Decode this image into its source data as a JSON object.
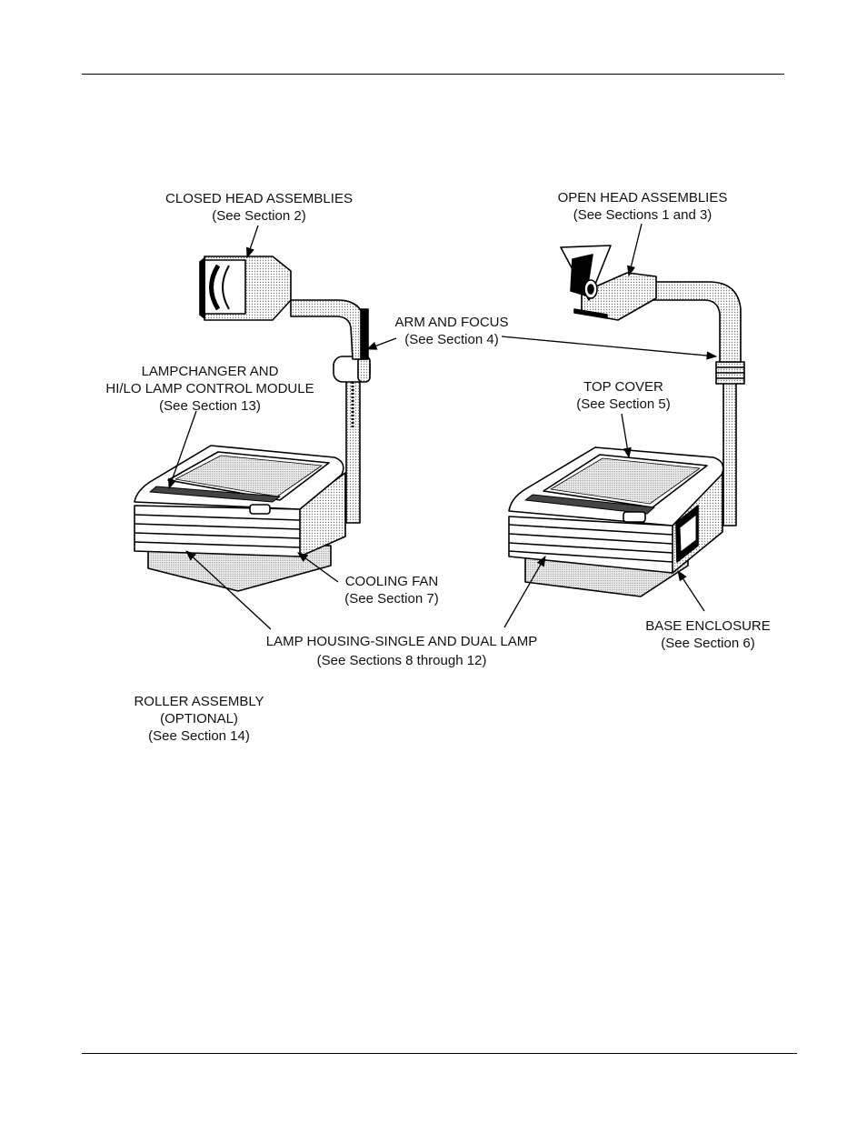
{
  "labels": {
    "closed_head": {
      "title": "CLOSED HEAD ASSEMBLIES",
      "ref": "(See Section 2)"
    },
    "open_head": {
      "title": "OPEN HEAD ASSEMBLIES",
      "ref": "(See Sections 1 and 3)"
    },
    "arm_focus": {
      "title": "ARM AND FOCUS",
      "ref": "(See Section 4)"
    },
    "lampchanger": {
      "line1": "LAMPCHANGER AND",
      "line2": "HI/LO LAMP CONTROL MODULE",
      "ref": "(See Section 13)"
    },
    "top_cover": {
      "title": "TOP COVER",
      "ref": "(See Section 5)"
    },
    "cooling_fan": {
      "title": "COOLING FAN",
      "ref": "(See Section 7)"
    },
    "lamp_housing": {
      "title": "LAMP HOUSING-SINGLE AND DUAL LAMP",
      "ref": "(See Sections 8 through 12)"
    },
    "base_enclosure": {
      "title": "BASE ENCLOSURE",
      "ref": "(See Section 6)"
    },
    "roller_assembly": {
      "line1": "ROLLER ASSEMBLY",
      "line2": "(OPTIONAL)",
      "ref": "(See Section 14)"
    }
  }
}
